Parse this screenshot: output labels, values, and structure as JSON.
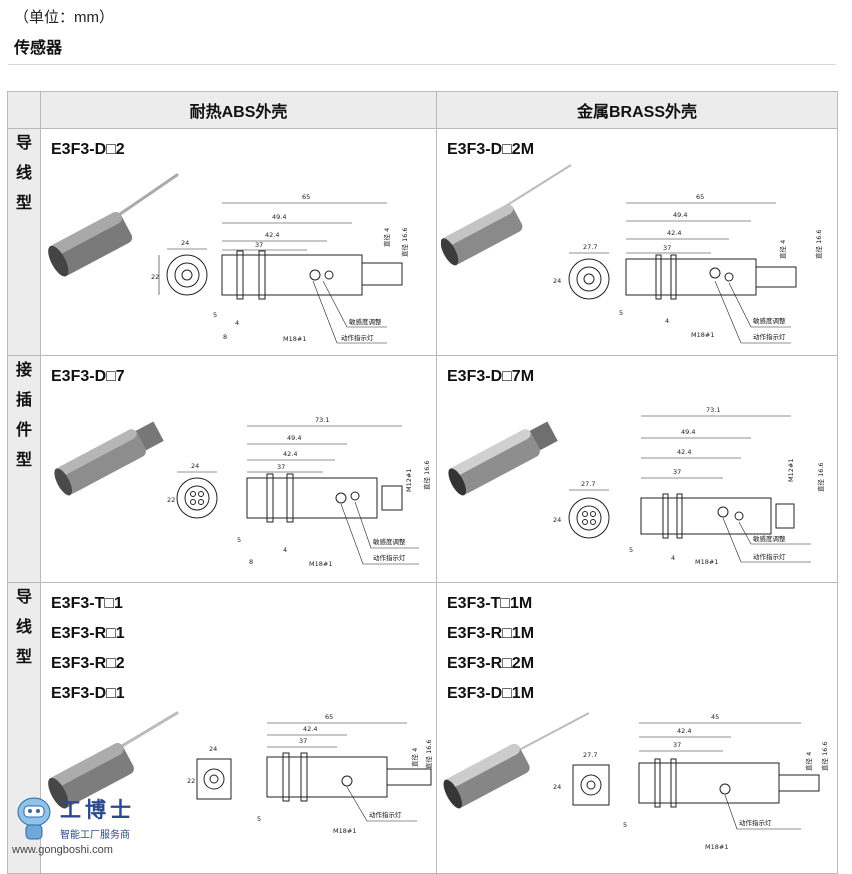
{
  "header": {
    "unit_note": "（单位：mm）",
    "title": "传感器"
  },
  "table": {
    "col_headers": [
      "耐热ABS外壳",
      "金属BRASS外壳"
    ],
    "rows": [
      {
        "row_label": [
          "导",
          "线",
          "型"
        ],
        "abs_models": [
          "E3F3-D□2"
        ],
        "brass_models": [
          "E3F3-D□2M"
        ],
        "abs_drawing": {
          "dims": [
            "65",
            "49.4",
            "42.4",
            "37",
            "24",
            "22",
            "5",
            "4",
            "8"
          ],
          "thread": "M18#1",
          "cable": "直径 4",
          "cable_len": "直径 16.6",
          "labels": [
            "敏感度调整",
            "动作指示灯"
          ]
        },
        "brass_drawing": {
          "dims": [
            "65",
            "49.4",
            "42.4",
            "37",
            "27.7",
            "24",
            "5",
            "4"
          ],
          "thread": "M18#1",
          "cable": "直径 4",
          "cable_len": "直径 16.6",
          "labels": [
            "敏感度调整",
            "动作指示灯"
          ]
        }
      },
      {
        "row_label": [
          "接",
          "插",
          "件",
          "型"
        ],
        "abs_models": [
          "E3F3-D□7"
        ],
        "brass_models": [
          "E3F3-D□7M"
        ],
        "abs_drawing": {
          "dims": [
            "73.1",
            "49.4",
            "42.4",
            "37",
            "24",
            "22",
            "5",
            "4",
            "8"
          ],
          "thread": "M18#1",
          "connector": "M12#1",
          "cable_len": "直径 16.6",
          "labels": [
            "敏感度调整",
            "动作指示灯"
          ]
        },
        "brass_drawing": {
          "dims": [
            "73.1",
            "49.4",
            "42.4",
            "37",
            "27.7",
            "24",
            "5",
            "4"
          ],
          "thread": "M18#1",
          "connector": "M12#1",
          "cable_len": "直径 16.6",
          "labels": [
            "敏感度调整",
            "动作指示灯"
          ]
        }
      },
      {
        "row_label": [
          "导",
          "线",
          "型"
        ],
        "abs_models": [
          "E3F3-T□1",
          "E3F3-R□1",
          "E3F3-R□2",
          "E3F3-D□1"
        ],
        "brass_models": [
          "E3F3-T□1M",
          "E3F3-R□1M",
          "E3F3-R□2M",
          "E3F3-D□1M"
        ],
        "abs_drawing": {
          "dims": [
            "65",
            "42.4",
            "37",
            "24",
            "22",
            "5"
          ],
          "thread": "M18#1",
          "cable": "直径 4",
          "cable_len": "直径 16.6",
          "labels": [
            "动作指示灯"
          ]
        },
        "brass_drawing": {
          "dims": [
            "45",
            "42.4",
            "37",
            "27.7",
            "24",
            "5"
          ],
          "thread": "M18#1",
          "cable": "直径 4",
          "cable_len": "直径 16.6",
          "labels": [
            "动作指示灯"
          ]
        }
      }
    ]
  },
  "watermark": {
    "name": "工博士",
    "tagline": "智能工厂服务商",
    "url": "www.gongboshi.com"
  },
  "colors": {
    "header_bg": "#ececec",
    "border": "#b9b9b9",
    "brand": "#2c4a8a"
  }
}
